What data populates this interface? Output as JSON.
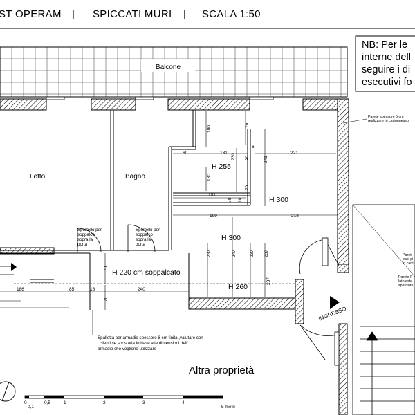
{
  "header": {
    "segment_1": "ST OPERAM",
    "sep_1": "|",
    "segment_2": "SPICCATI MURI",
    "sep_2": "|",
    "segment_3": "SCALA 1:50"
  },
  "nb_box": {
    "line_1": "NB: Per le",
    "line_2": "interne dell",
    "line_3": "seguire i di",
    "line_4": "esecutivi fo"
  },
  "rooms": {
    "balcone": "Balcone",
    "letto": "Letto",
    "bagno": "Bagno",
    "altra_proprieta": "Altra proprietà",
    "ingresso": "INGRESSO"
  },
  "heights": {
    "h255": "H 255",
    "h300_right": "H 300",
    "h300_mid": "H 300",
    "h220": "H 220 cm soppalcato",
    "h260": "H 260"
  },
  "dimensions": {
    "d100": "100",
    "d70a": "70",
    "d60": "60",
    "d131": "131",
    "d230": "230",
    "d90": "90",
    "d6": "6",
    "d221": "221",
    "d241": "241",
    "d130": "130",
    "d70b": "70",
    "d191": "191",
    "d70c": "70",
    "d10": "10",
    "d199": "199",
    "d218": "218",
    "d237a": "237",
    "d237b": "237",
    "d247": "247",
    "d237c": "237",
    "d237d": "237",
    "d70d": "70",
    "d70e": "70",
    "d186": "186",
    "d85": "85",
    "d18": "18",
    "d240": "240"
  },
  "notes": {
    "sportello_1": [
      "Sportello per",
      "soppalco",
      "sopra la",
      "porta"
    ],
    "sportello_2": [
      "Sportello per",
      "soppalco",
      "sopra la",
      "porta"
    ],
    "parete_top": [
      "Parete spessore 5 cm",
      "realizzare in cartongesso"
    ],
    "parete_right_1": [
      "Pareti",
      "basi pi",
      "in carti"
    ],
    "parete_right_2": [
      "Parete F",
      "lato este",
      "spessore"
    ],
    "spalletta": [
      "Spalletta per armadio spessore 8 cm finita ,valutare con",
      "i clienti se spostarla in base alle dimensioni dell'",
      "armadio che vogliono utilizzare"
    ]
  },
  "scale_bar": {
    "labels": [
      "0",
      "0,1",
      "0,5",
      "1",
      "2",
      "3",
      "4",
      "5 metri"
    ]
  }
}
